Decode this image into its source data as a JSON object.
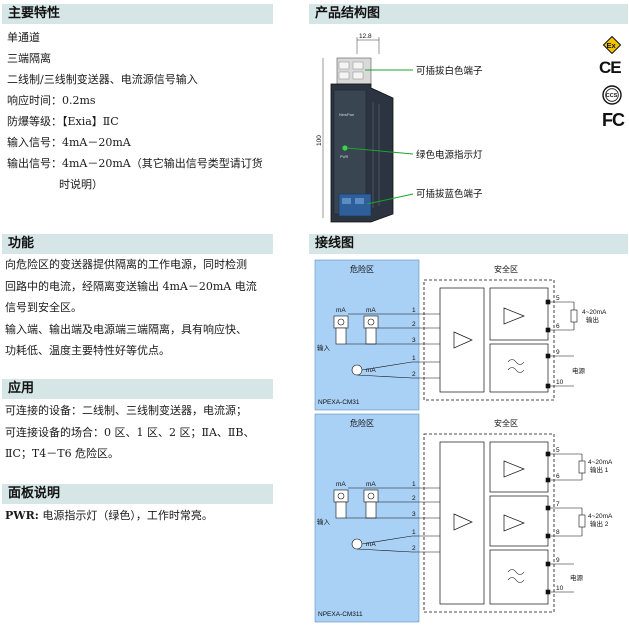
{
  "features": {
    "title": "主要特性",
    "items": [
      {
        "label": "单通道",
        "value": ""
      },
      {
        "label": "三端隔离",
        "value": ""
      },
      {
        "label": "二线制/三线制变送器、电流源信号输入",
        "value": ""
      },
      {
        "label": "响应时间：",
        "value": "0.2ms"
      },
      {
        "label": "防爆等级：",
        "value": "【Exia】ⅡC"
      },
      {
        "label": "输入信号：",
        "value": "4mA－20mA"
      },
      {
        "label": "输出信号：",
        "value": "4mA－20mA（其它输出信号类型请订货"
      },
      {
        "label": "",
        "value": "时说明）"
      }
    ]
  },
  "function": {
    "title": "功能",
    "lines": [
      "向危险区的变送器提供隔离的工作电源，同时检测",
      "回路中的电流，经隔离变送输出 4mA－20mA 电流",
      "信号到安全区。",
      "输入端、输出端及电源端三端隔离，具有响应快、",
      "功耗低、温度主要特性好等优点。"
    ]
  },
  "application": {
    "title": "应用",
    "lines": [
      "可连接的设备：二线制、三线制变送器，电流源；",
      "可连接设备的场合：0 区、1 区、2 区；ⅡA、ⅡB、",
      "ⅡC；T4－T6 危险区。"
    ]
  },
  "panel": {
    "title": "面板说明",
    "label": "PWR:",
    "text": " 电源指示灯（绿色），工作时常亮。"
  },
  "product": {
    "title": "产品结构图",
    "dim_top": "12.8",
    "dim_side": "100",
    "callouts": [
      "可插拔白色端子",
      "绿色电源指示灯",
      "可插拔蓝色端子"
    ]
  },
  "wiring": {
    "title": "接线图",
    "hazard_label": "危险区",
    "safe_label": "安全区",
    "diagram1": {
      "model": "NPEXA-CM31",
      "in_label": "输入",
      "ma": "mA",
      "out_label_a": "4~20mA",
      "out_label_b": "输出",
      "power_label": "电源",
      "terms_in": [
        "1",
        "2",
        "3",
        "1",
        "2"
      ],
      "terms_out": [
        "5",
        "6",
        "9",
        "10"
      ]
    },
    "diagram2": {
      "model": "NPEXA-CM311",
      "in_label": "输入",
      "ma": "mA",
      "out1_a": "4~20mA",
      "out1_b": "输出 1",
      "out2_a": "4~20mA",
      "out2_b": "输出 2",
      "power_label": "电源",
      "terms_in": [
        "1",
        "2",
        "3",
        "1",
        "2"
      ],
      "terms_out": [
        "5",
        "6",
        "7",
        "8",
        "9",
        "10"
      ]
    }
  },
  "certs": {
    "ex": "Ex",
    "ce": "CE",
    "ccs": "CCS",
    "fc": "FC"
  },
  "colors": {
    "header_bg": "#d6e6e6",
    "hazard_bg": "#a9d0f5",
    "device": "#2b3440"
  }
}
